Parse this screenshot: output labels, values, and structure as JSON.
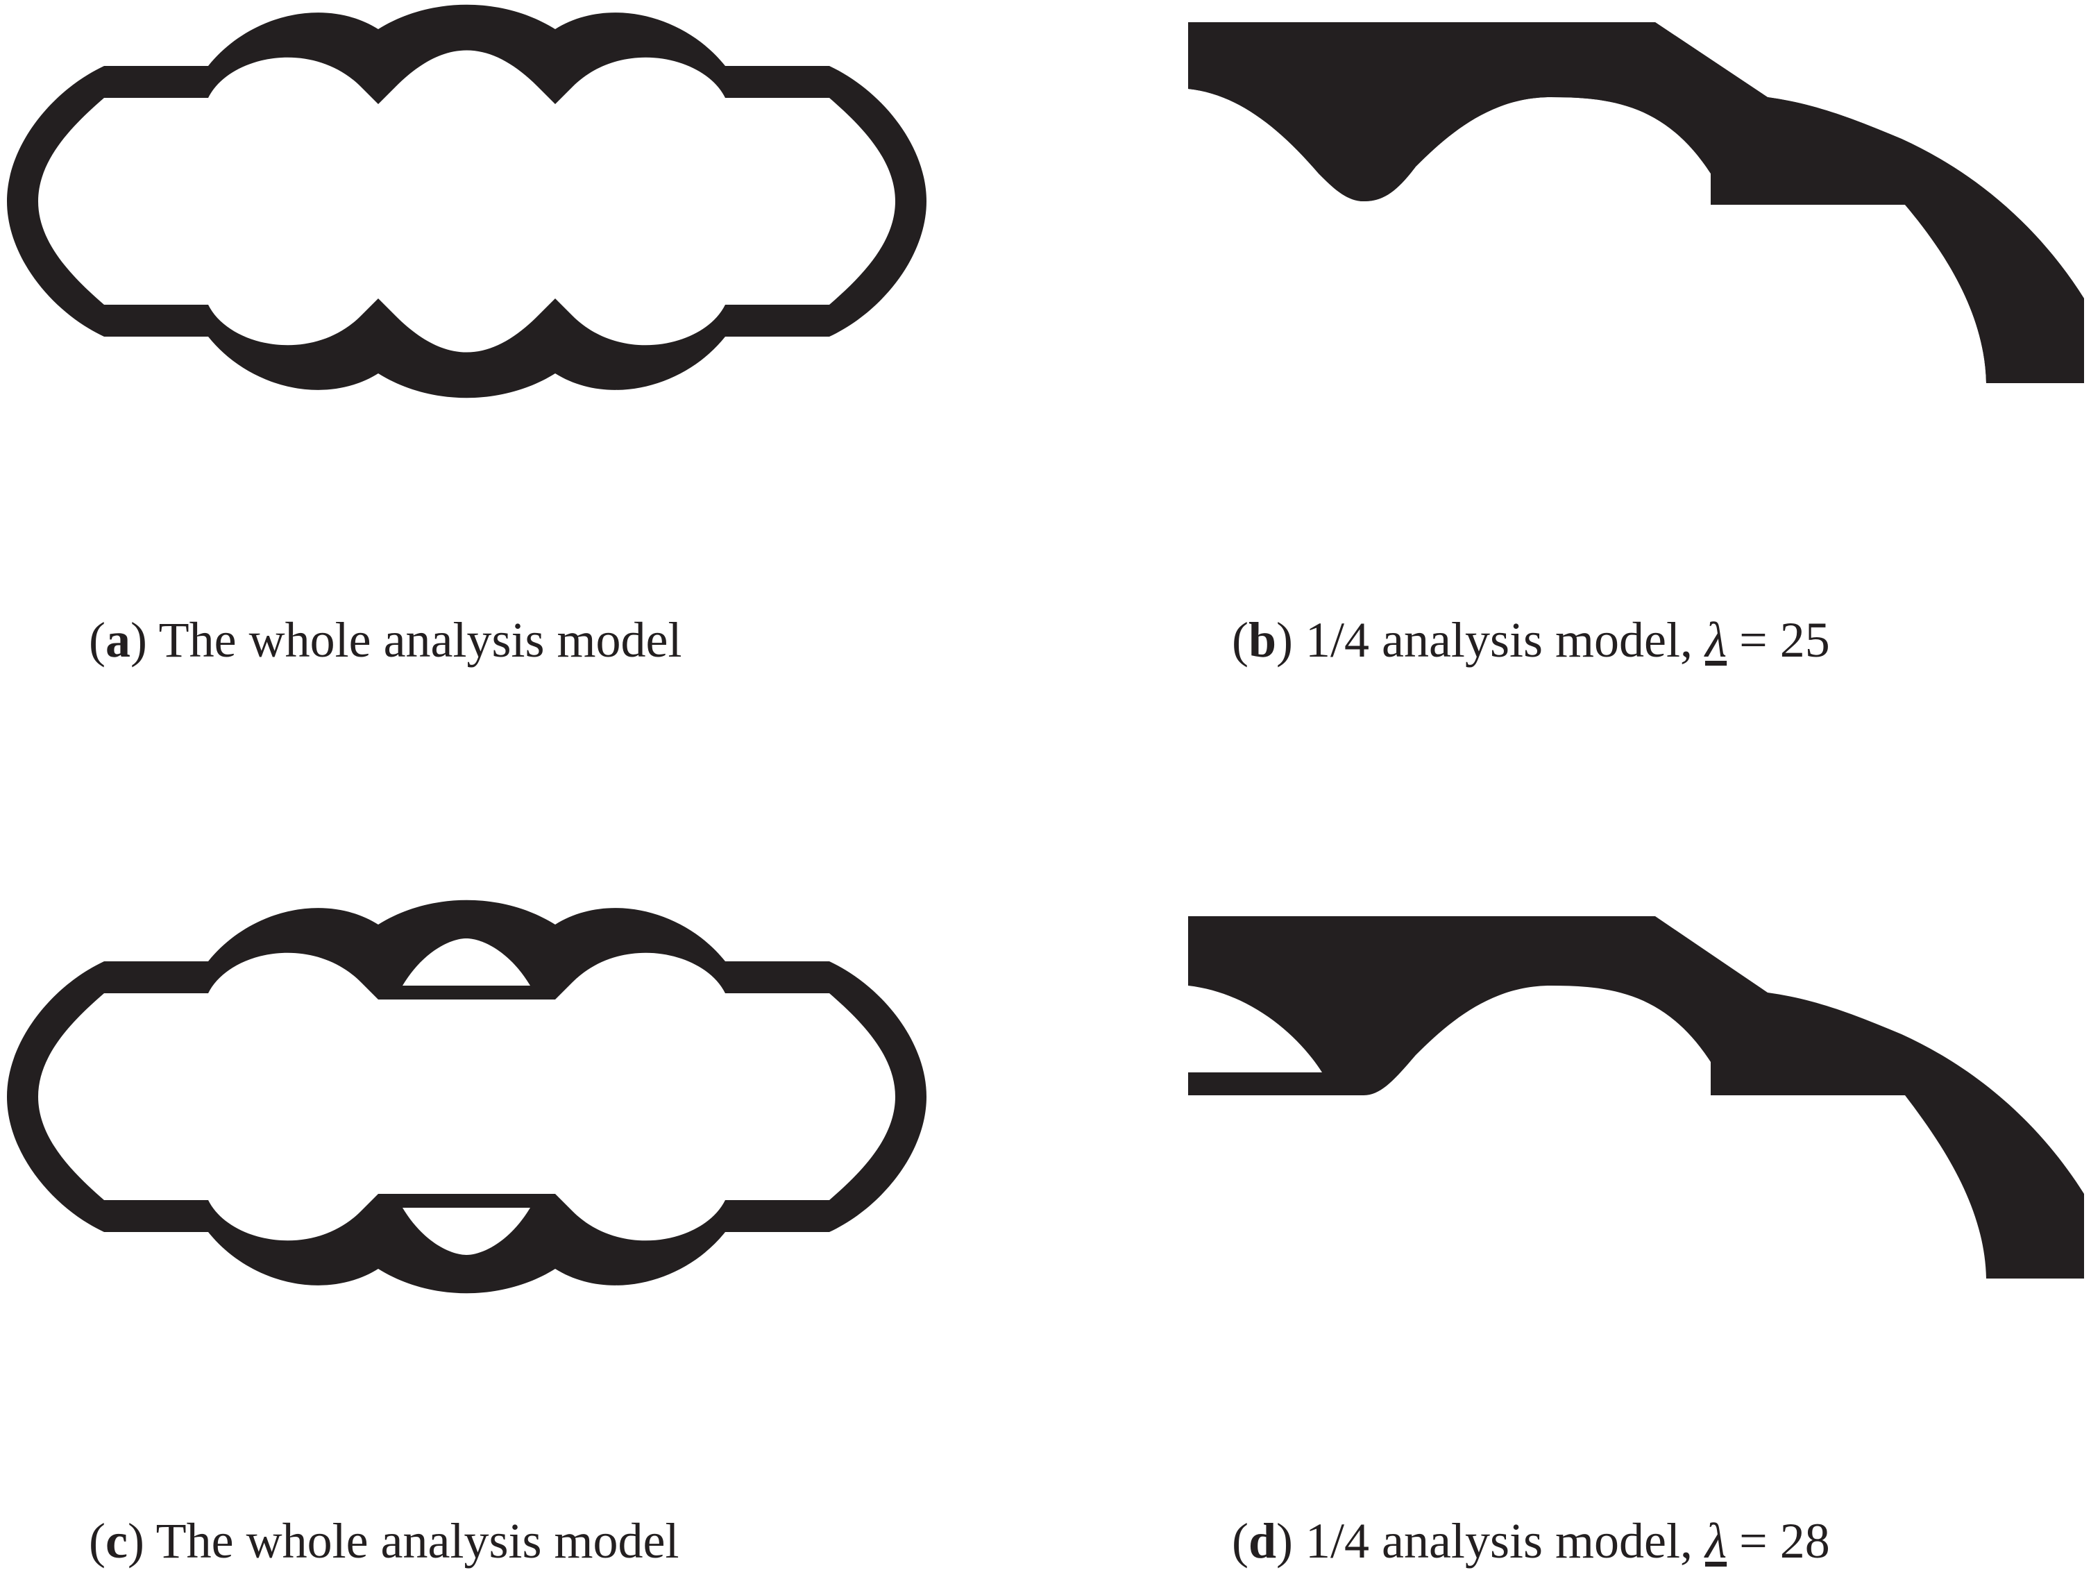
{
  "colors": {
    "material": "#231f20",
    "background": "#ffffff"
  },
  "panels": {
    "a": {
      "letter": "a",
      "text": "The whole analysis model"
    },
    "b": {
      "letter": "b",
      "text": "1/4 analysis model,",
      "symbol": "λ",
      "eq": "= 25"
    },
    "c": {
      "letter": "c",
      "text": "The whole analysis model"
    },
    "d": {
      "letter": "d",
      "text": "1/4 analysis model,",
      "symbol": "λ",
      "eq": "= 28"
    }
  }
}
